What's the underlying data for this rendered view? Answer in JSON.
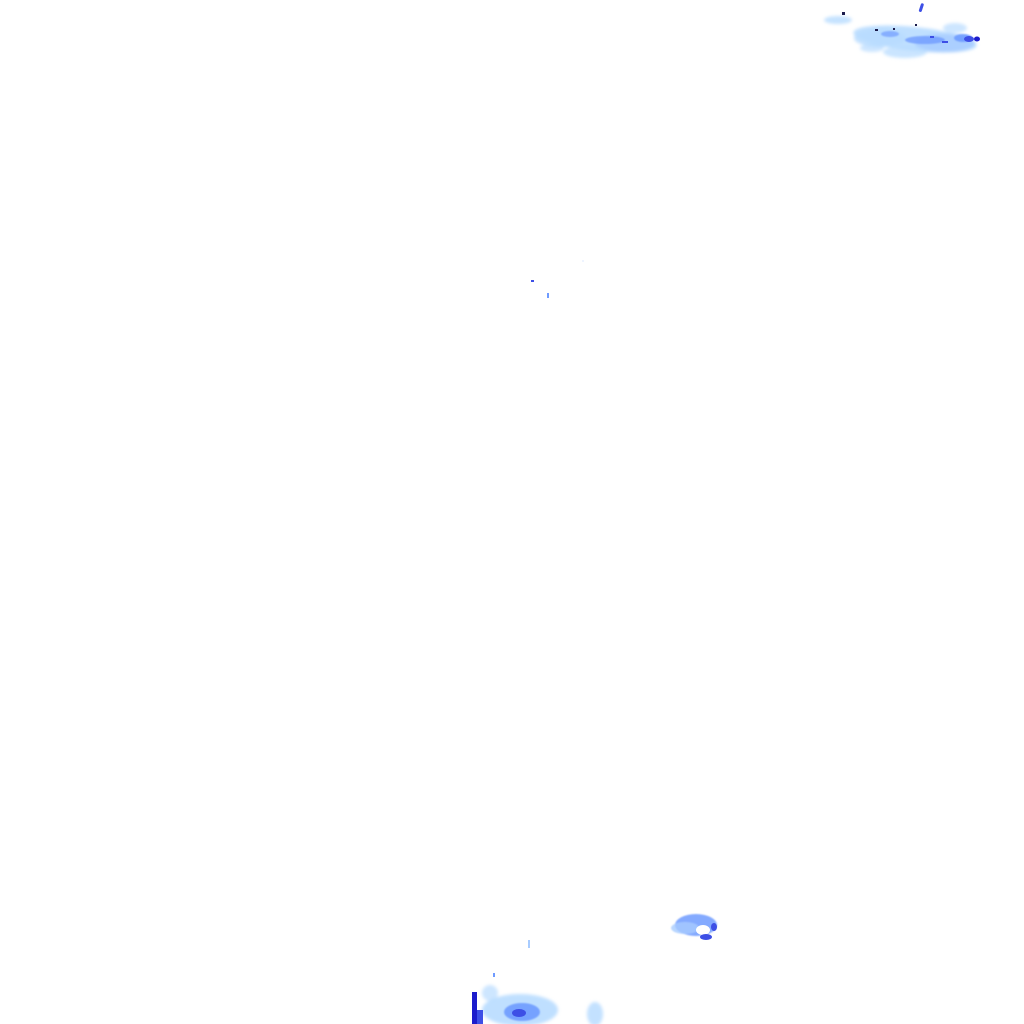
{
  "map": {
    "kind": "radar-precipitation-overlay-tile",
    "background_color": "#ffffff",
    "colors": {
      "light": "#b8dcff",
      "light_alt": "#a8ccff",
      "medium": "#6f9bff",
      "heavy": "#3d4fe6",
      "very_heavy": "#1c1ccc",
      "dark_speck": "#1a1a4a"
    },
    "echo_regions": [
      {
        "name": "echo-top-right",
        "intensity": "light-to-heavy"
      },
      {
        "name": "echo-center-specks",
        "intensity": "very-light"
      },
      {
        "name": "echo-bottom-right-small",
        "intensity": "light-to-heavy"
      },
      {
        "name": "echo-bottom-center",
        "intensity": "light-to-very-heavy"
      }
    ]
  }
}
